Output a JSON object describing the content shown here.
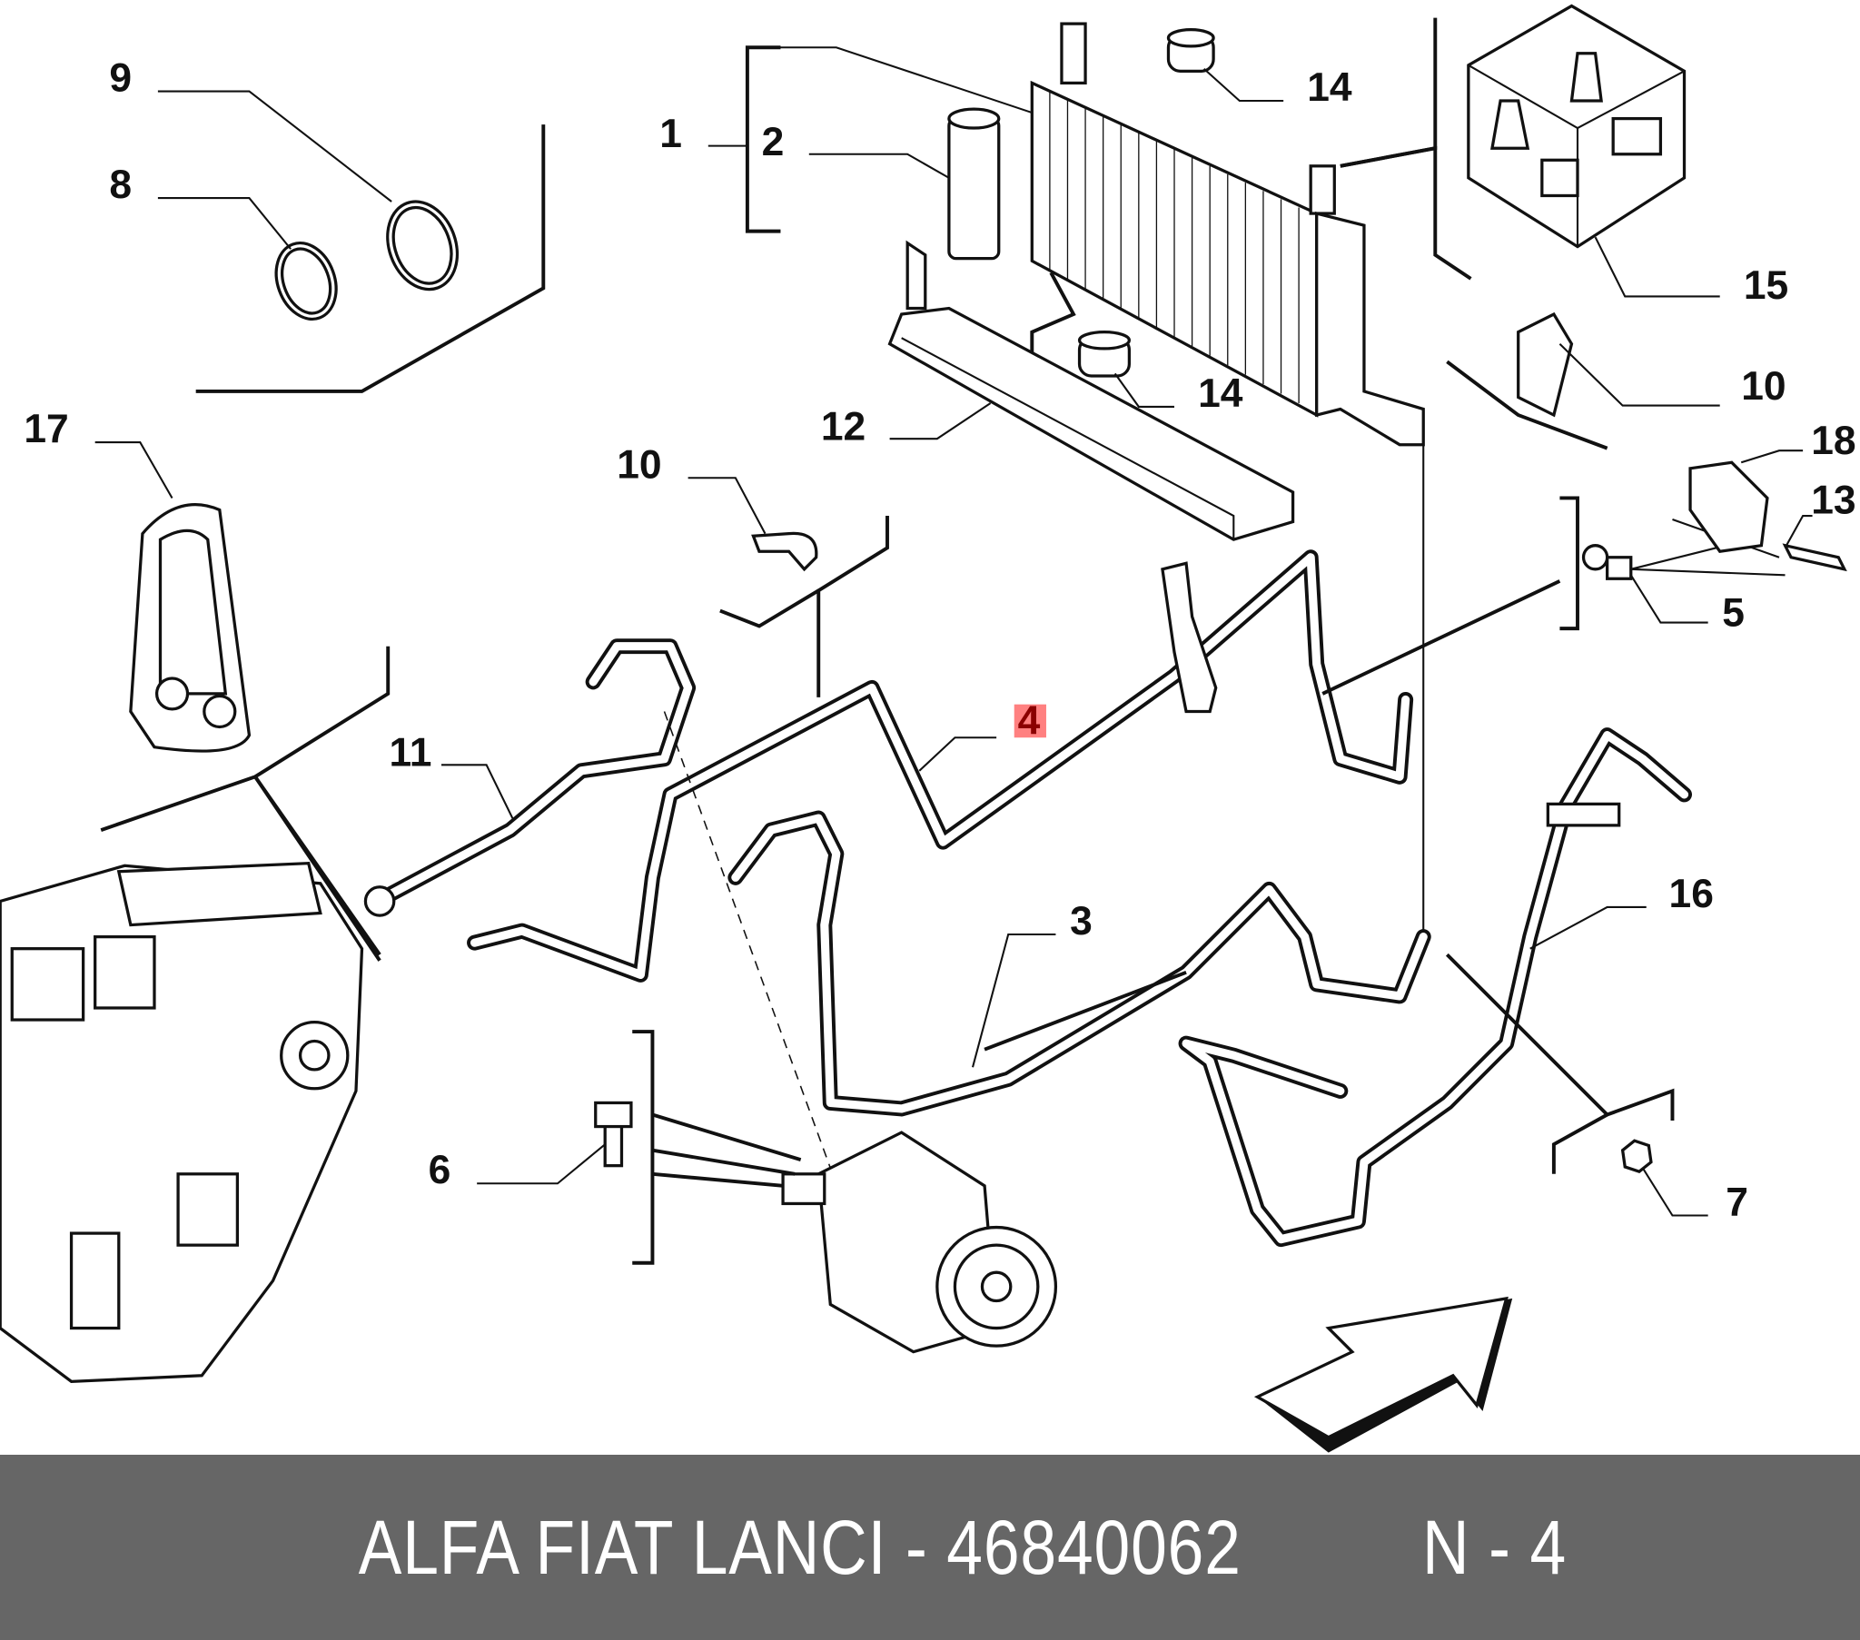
{
  "diagram": {
    "labels": {
      "l1": "1",
      "l2": "2",
      "l3": "3",
      "l4": "4",
      "l5": "5",
      "l6": "6",
      "l7": "7",
      "l8": "8",
      "l9": "9",
      "l10a": "10",
      "l10b": "10",
      "l11": "11",
      "l12": "12",
      "l13": "13",
      "l14a": "14",
      "l14b": "14",
      "l15": "15",
      "l16": "16",
      "l17": "17",
      "l18": "18"
    },
    "highlight_color": "#ff8080"
  },
  "footer": {
    "part_info": "ALFA FIAT LANCI - 46840062",
    "ref": "N - 4"
  }
}
